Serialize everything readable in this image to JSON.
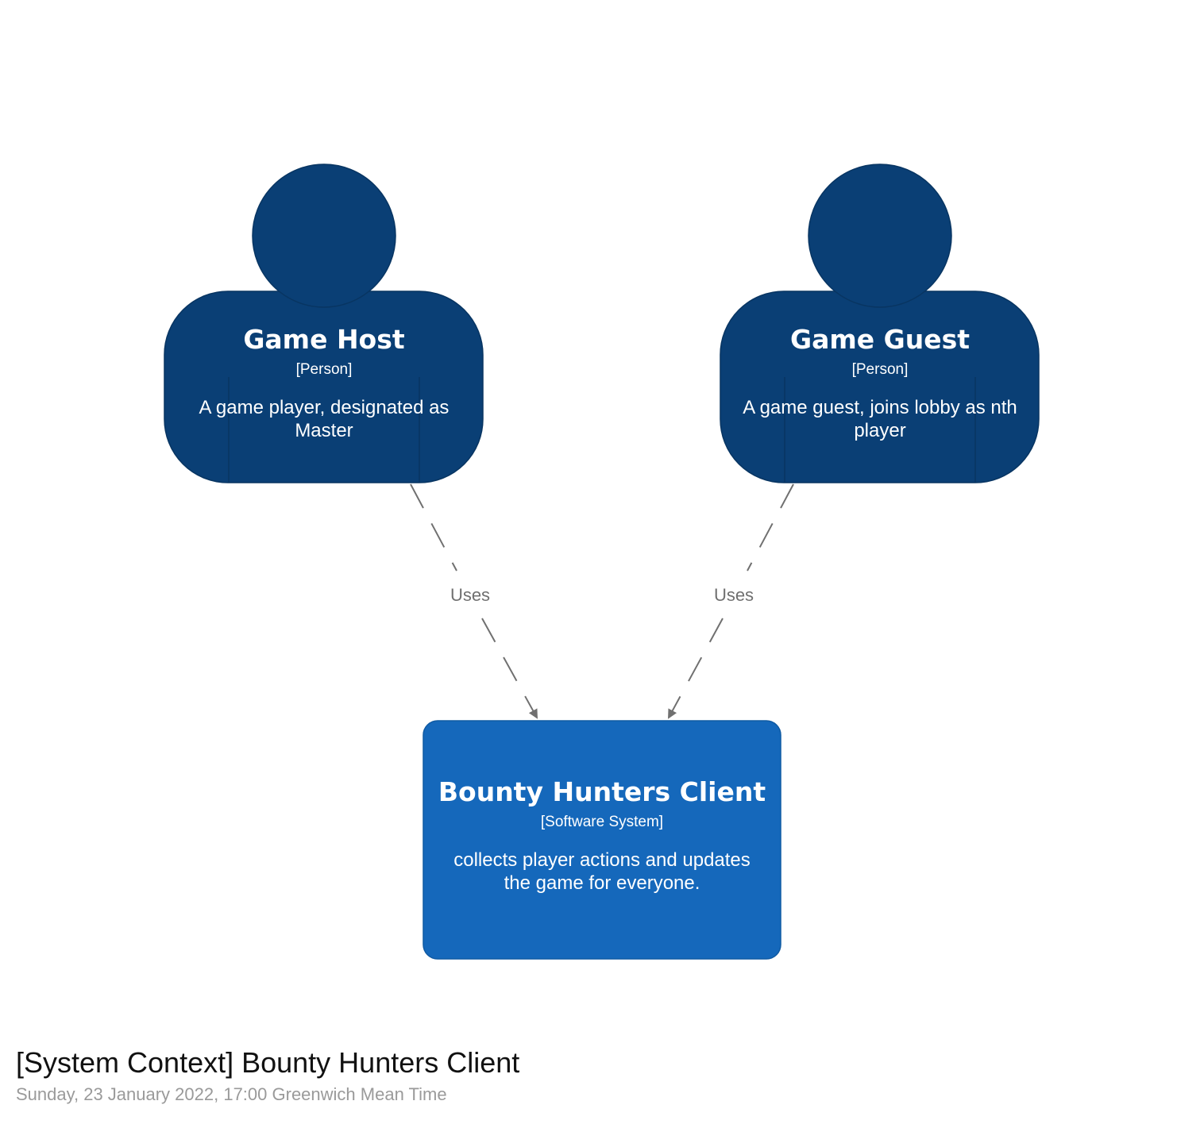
{
  "colors": {
    "person": "#0a3f75",
    "person_border": "#083562",
    "system": "#1568bb",
    "system_border": "#0f5aa3",
    "relationship": "#707070",
    "text": "#ffffff"
  },
  "elements": {
    "game_host": {
      "name": "Game Host",
      "type": "[Person]",
      "description_lines": [
        "A game player, designated as",
        "Master"
      ]
    },
    "game_guest": {
      "name": "Game Guest",
      "type": "[Person]",
      "description_lines": [
        "A game guest, joins lobby as nth",
        "player"
      ]
    },
    "client": {
      "name": "Bounty Hunters Client",
      "type": "[Software System]",
      "description_lines": [
        "collects player actions and updates",
        "the game for everyone."
      ]
    }
  },
  "relationships": [
    {
      "from": "Game Host",
      "to": "Bounty Hunters Client",
      "label": "Uses"
    },
    {
      "from": "Game Guest",
      "to": "Bounty Hunters Client",
      "label": "Uses"
    }
  ],
  "footer": {
    "title": "[System Context] Bounty Hunters Client",
    "timestamp": "Sunday, 23 January 2022, 17:00 Greenwich Mean Time"
  }
}
